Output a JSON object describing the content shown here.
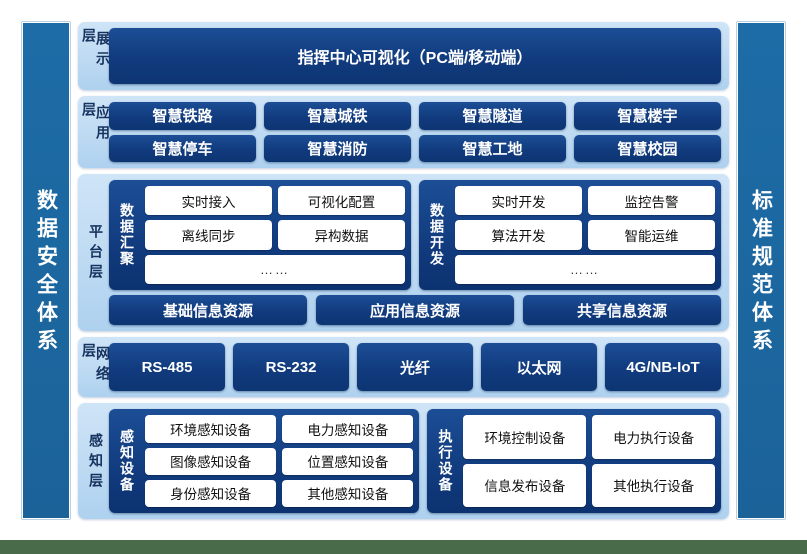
{
  "colors": {
    "page_background": "#ffffff",
    "outer_background": "#4a6b4a",
    "pillar_blue": "#1d6ca7",
    "layer_band": "#bcd9f2",
    "tile_navy": "#113b7e",
    "tile_text": "#ffffff",
    "white_tile": "#ffffff",
    "label_text": "#16335f"
  },
  "left_pillar": {
    "label": "数据安全体系"
  },
  "right_pillar": {
    "label": "标准规范体系"
  },
  "layers": {
    "display": {
      "label": "展示层",
      "tile": "指挥中心可视化（PC端/移动端）"
    },
    "application": {
      "label": "应用层",
      "row1": [
        "智慧铁路",
        "智慧城铁",
        "智慧隧道",
        "智慧楼宇"
      ],
      "row2": [
        "智慧停车",
        "智慧消防",
        "智慧工地",
        "智慧校园"
      ]
    },
    "platform": {
      "label": "平台层",
      "groups": [
        {
          "label": "数据汇聚",
          "row1": [
            "实时接入",
            "可视化配置"
          ],
          "row2": [
            "离线同步",
            "异构数据"
          ],
          "row3": "……"
        },
        {
          "label": "数据开发",
          "row1": [
            "实时开发",
            "监控告警"
          ],
          "row2": [
            "算法开发",
            "智能运维"
          ],
          "row3": "……"
        }
      ],
      "resources": [
        "基础信息资源",
        "应用信息资源",
        "共享信息资源"
      ]
    },
    "network": {
      "label": "网络层",
      "items": [
        "RS-485",
        "RS-232",
        "光纤",
        "以太网",
        "4G/NB-IoT"
      ]
    },
    "perception": {
      "label": "感知层",
      "groups": [
        {
          "label": "感知设备",
          "row1": [
            "环境感知设备",
            "电力感知设备"
          ],
          "row2": [
            "图像感知设备",
            "位置感知设备"
          ],
          "row3": [
            "身份感知设备",
            "其他感知设备"
          ]
        },
        {
          "label": "执行设备",
          "row1": [
            "环境控制设备",
            "电力执行设备"
          ],
          "row2": [
            "信息发布设备",
            "其他执行设备"
          ]
        }
      ]
    }
  }
}
